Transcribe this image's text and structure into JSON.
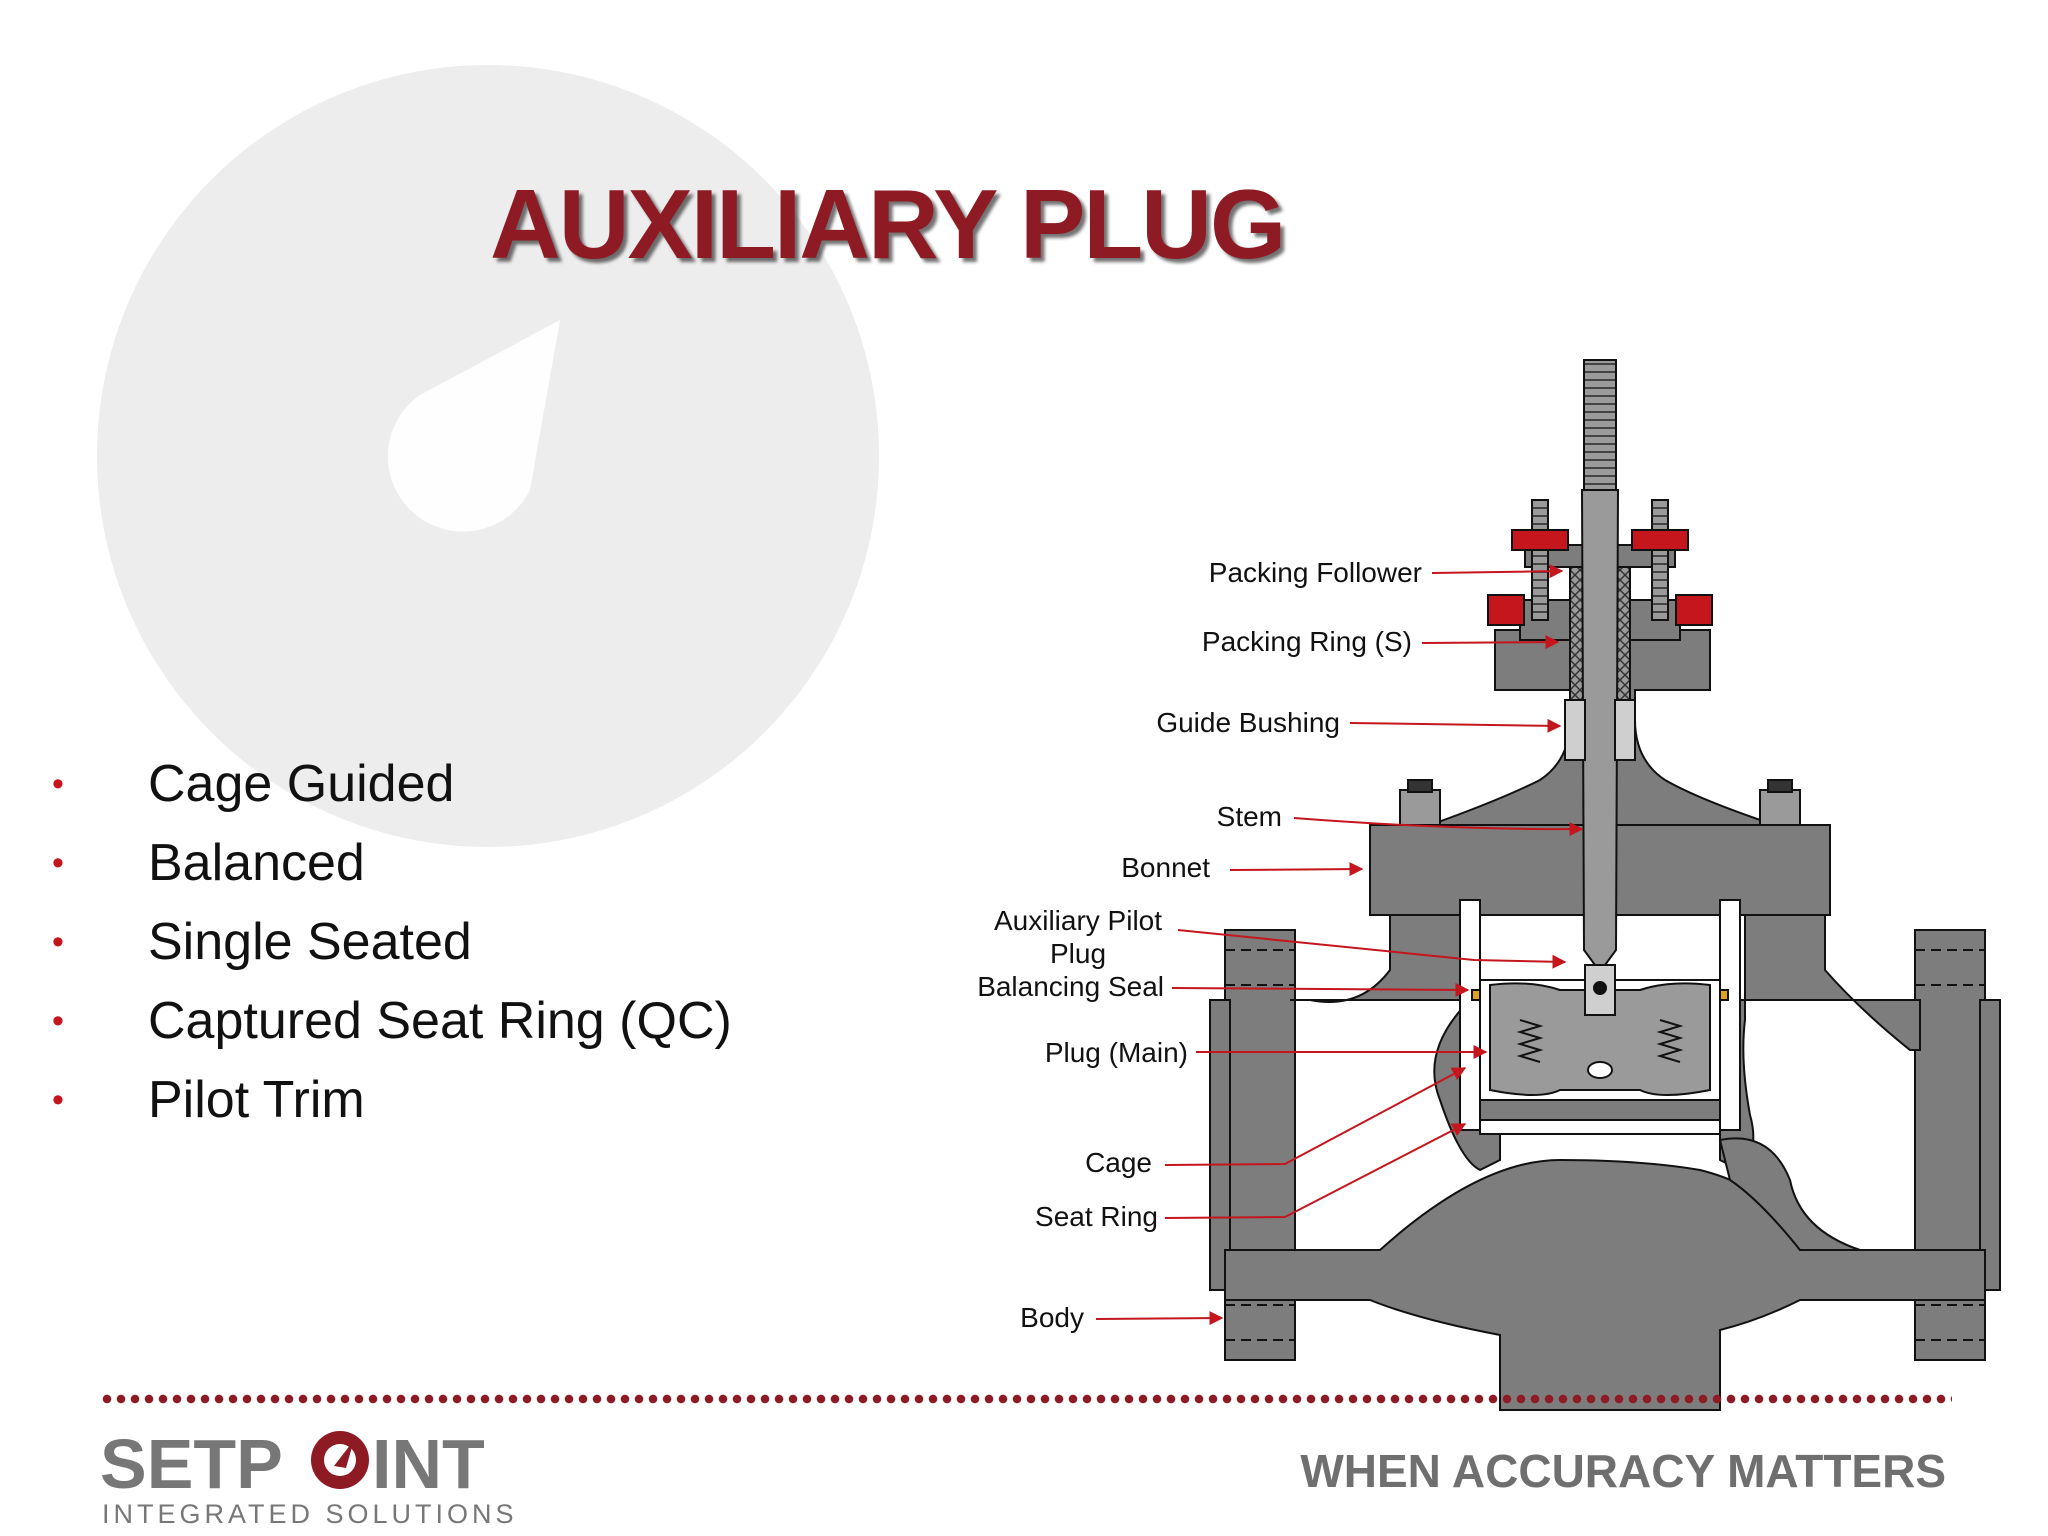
{
  "slide": {
    "title": "AUXILIARY PLUG",
    "bullets": [
      "Cage Guided",
      "Balanced",
      "Single Seated",
      "Captured Seat Ring (QC)",
      "Pilot Trim"
    ],
    "bullet_symbol": "•"
  },
  "diagram": {
    "labels": {
      "packing_follower": "Packing Follower",
      "packing_ring": "Packing Ring (S)",
      "guide_bushing": "Guide Bushing",
      "stem": "Stem",
      "bonnet": "Bonnet",
      "aux_pilot_line1": "Auxiliary Pilot",
      "aux_pilot_line2": "Plug",
      "balancing_seal": "Balancing Seal",
      "plug_main": "Plug (Main)",
      "cage": "Cage",
      "seat_ring": "Seat Ring",
      "body": "Body"
    },
    "colors": {
      "metal": "#7d7d7d",
      "nut_red": "#c4161c",
      "arrow": "#c4161c",
      "outline": "#111111"
    }
  },
  "footer": {
    "logo_text_left": "SETP",
    "logo_text_right": "INT",
    "logo_subtitle": "INTEGRATED SOLUTIONS",
    "tagline": "WHEN ACCURACY MATTERS"
  },
  "colors": {
    "title": "#8e1b24",
    "bullet": "#c4161c",
    "watermark": "#ededed",
    "tagline": "#6f6f6f"
  }
}
